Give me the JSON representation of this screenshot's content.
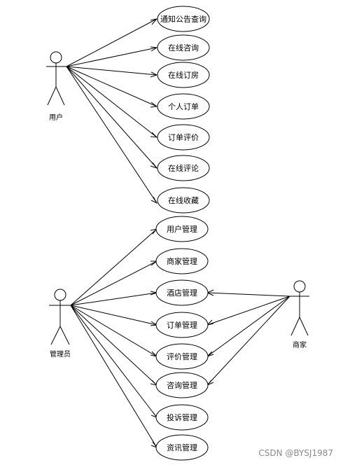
{
  "actors": {
    "user": "用户",
    "admin": "管理员",
    "merchant": "商家"
  },
  "use_cases": [
    "通知公告查询",
    "在线咨询",
    "在线订房",
    "个人订单",
    "订单评价",
    "在线评论",
    "在线收藏",
    "用户管理",
    "商家管理",
    "酒店管理",
    "订单管理",
    "评价管理",
    "咨询管理",
    "投诉管理",
    "资讯管理"
  ],
  "watermark": "CSDN @BYSJ1987"
}
